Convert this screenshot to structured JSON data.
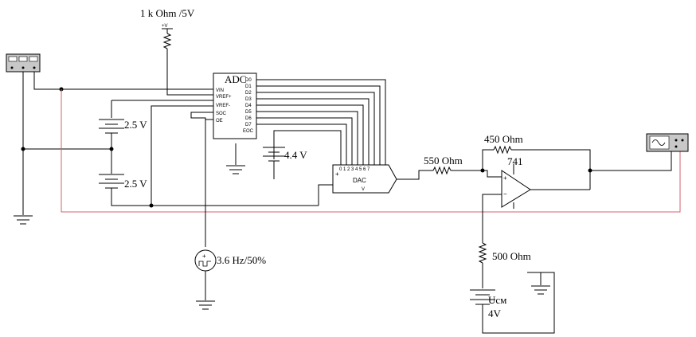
{
  "pullup_label": "1 k Ohm /5V",
  "vcc_label": "+V",
  "adc": {
    "title": "ADC",
    "pins_left": [
      "VIN",
      "VREF+",
      "VREF-",
      "SOC",
      "OE"
    ],
    "pins_right": [
      "D0",
      "D1",
      "D2",
      "D3",
      "D4",
      "D5",
      "D6",
      "D7",
      "EOC"
    ]
  },
  "dac": {
    "title": "DAC",
    "pins_top": "0 1 2 3 4 5 6 7",
    "plus": "+",
    "minus": "V"
  },
  "battery_top": "2.5 V",
  "battery_bottom": "2.5 V",
  "battery_mid": "4.4 V",
  "clock_label": "3.6 Hz/50%",
  "r_feedback": "450 Ohm",
  "r_input": "550 Ohm",
  "r_bottom": "500 Ohm",
  "opamp": "741",
  "opamp_plus": "+",
  "opamp_minus": "−",
  "ucm_label": "Uсм",
  "ucm_value": "4V"
}
